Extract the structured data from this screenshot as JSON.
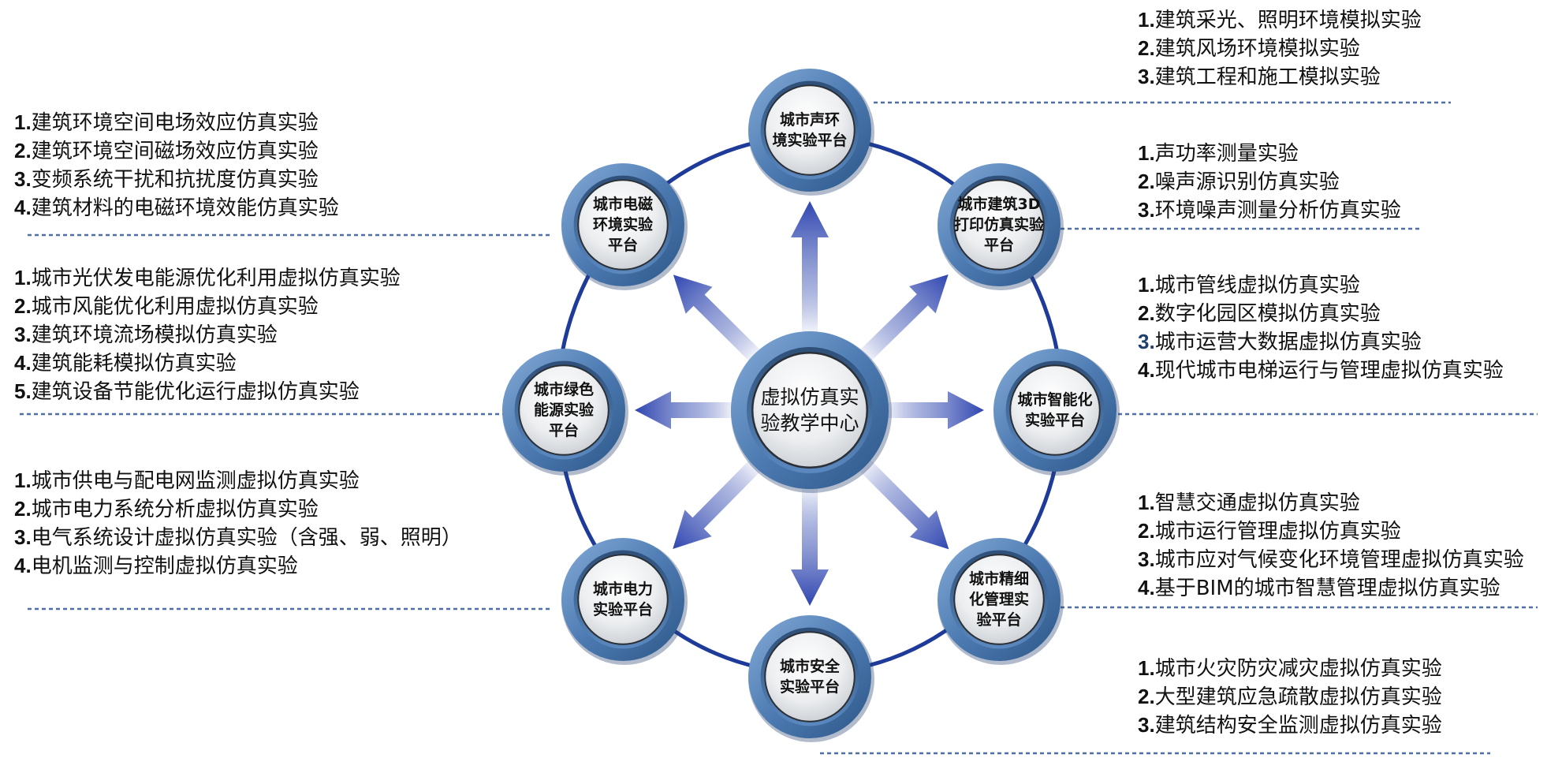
{
  "center": {
    "label": "虚拟仿真实\n验教学中心"
  },
  "colors": {
    "ring": "#1f3b9a",
    "node_rim": "#4f7fb5",
    "node_face": "#eef0f2",
    "arrow": "#2f45b0",
    "dash": "#4e6fa8"
  },
  "platforms": [
    {
      "id": "acoustic",
      "label": "城市声环\n境实验平台",
      "experiments": [
        {
          "num": "1.",
          "text": "建筑采光、照明环境模拟实验"
        },
        {
          "num": "2.",
          "text": "建筑风场环境模拟实验"
        },
        {
          "num": "3.",
          "text": "建筑工程和施工模拟实验"
        }
      ]
    },
    {
      "id": "print3d",
      "label": "城市建筑3D\n打印仿真实验\n平台",
      "experiments": [
        {
          "num": "1.",
          "text": "声功率测量实验"
        },
        {
          "num": "2.",
          "text": "噪声源识别仿真实验"
        },
        {
          "num": "3.",
          "text": "环境噪声测量分析仿真实验"
        }
      ]
    },
    {
      "id": "smart",
      "label": "城市智能化\n实验平台",
      "experiments": [
        {
          "num": "1.",
          "text": "城市管线虚拟仿真实验"
        },
        {
          "num": "2.",
          "text": "数字化园区模拟仿真实验"
        },
        {
          "num": "3.",
          "text": "城市运营大数据虚拟仿真实验"
        },
        {
          "num": "4.",
          "text": "现代城市电梯运行与管理虚拟仿真实验"
        }
      ]
    },
    {
      "id": "fine",
      "label": "城市精细\n化管理实\n验平台",
      "experiments": [
        {
          "num": "1.",
          "text": "智慧交通虚拟仿真实验"
        },
        {
          "num": "2.",
          "text": "城市运行管理虚拟仿真实验"
        },
        {
          "num": "3.",
          "text": "城市应对气候变化环境管理虚拟仿真实验"
        },
        {
          "num": "4.",
          "text": "基于BIM的城市智慧管理虚拟仿真实验"
        }
      ]
    },
    {
      "id": "safety",
      "label": "城市安全\n实验平台",
      "experiments": [
        {
          "num": "1.",
          "text": "城市火灾防灾减灾虚拟仿真实验"
        },
        {
          "num": "2.",
          "text": "大型建筑应急疏散虚拟仿真实验"
        },
        {
          "num": "3.",
          "text": "建筑结构安全监测虚拟仿真实验"
        }
      ]
    },
    {
      "id": "power",
      "label": "城市电力\n实验平台",
      "experiments": [
        {
          "num": "1.",
          "text": "城市供电与配电网监测虚拟仿真实验"
        },
        {
          "num": "2.",
          "text": "城市电力系统分析虚拟仿真实验"
        },
        {
          "num": "3.",
          "text": "电气系统设计虚拟仿真实验（含强、弱、照明）"
        },
        {
          "num": "4.",
          "text": "电机监测与控制虚拟仿真实验"
        }
      ]
    },
    {
      "id": "green",
      "label": "城市绿色\n能源实验\n平台",
      "experiments": [
        {
          "num": "1.",
          "text": "城市光伏发电能源优化利用虚拟仿真实验"
        },
        {
          "num": "2.",
          "text": "城市风能优化利用虚拟仿真实验"
        },
        {
          "num": "3.",
          "text": "建筑环境流场模拟仿真实验"
        },
        {
          "num": "4.",
          "text": "建筑能耗模拟仿真实验"
        },
        {
          "num": "5.",
          "text": "建筑设备节能优化运行虚拟仿真实验"
        }
      ]
    },
    {
      "id": "emc",
      "label": "城市电磁\n环境实验\n平台",
      "experiments": [
        {
          "num": "1.",
          "text": "建筑环境空间电场效应仿真实验"
        },
        {
          "num": "2.",
          "text": "建筑环境空间磁场效应仿真实验"
        },
        {
          "num": "3.",
          "text": "变频系统干扰和抗扰度仿真实验"
        },
        {
          "num": "4.",
          "text": "建筑材料的电磁环境效能仿真实验"
        }
      ]
    }
  ]
}
